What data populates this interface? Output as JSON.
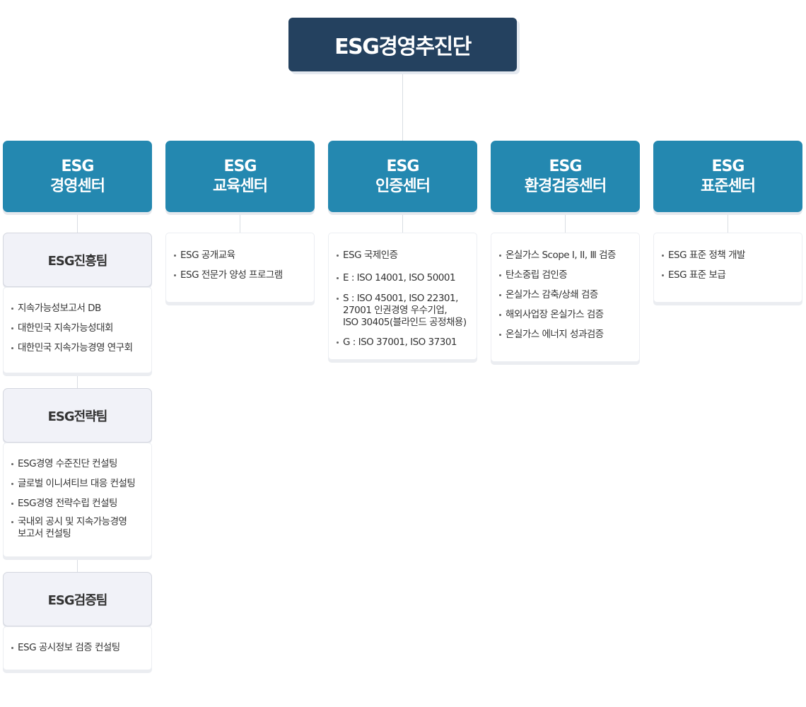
{
  "root": {
    "title": "ESG경영추진단"
  },
  "centers": [
    {
      "line1": "ESG",
      "line2": "경영센터"
    },
    {
      "line1": "ESG",
      "line2": "교육센터"
    },
    {
      "line1": "ESG",
      "line2": "인증센터"
    },
    {
      "line1": "ESG",
      "line2": "환경검증센터"
    },
    {
      "line1": "ESG",
      "line2": "표준센터"
    }
  ],
  "teams": [
    {
      "name": "ESG진흥팀",
      "items": [
        "지속가능성보고서 DB",
        "대한민국 지속가능성대회",
        "대한민국 지속가능경영 연구회"
      ]
    },
    {
      "name": "ESG전략팀",
      "items": [
        "ESG경영 수준진단 컨설팅",
        "글로벌 이니셔티브 대응 컨설팅",
        "ESG경영 전략수립 컨설팅",
        "국내외 공시 및 지속가능경영",
        "보고서 컨설팅"
      ]
    },
    {
      "name": "ESG검증팀",
      "items": [
        "ESG 공시정보 검증 컨설팅"
      ]
    }
  ],
  "education": {
    "items": [
      "ESG 공개교육",
      "ESG 전문가 양성 프로그램"
    ]
  },
  "certification": {
    "items": [
      "ESG 국제인증",
      "E : ISO 14001, ISO 50001",
      "S : ISO 45001, ISO 22301,",
      "27001 인권경영 우수기업,",
      "ISO 30405(블라인드 공정채용)",
      "G : ISO 37001, ISO 37301"
    ]
  },
  "environment": {
    "items": [
      "온실가스 Scope Ⅰ, ⅠⅠ, Ⅲ 검증",
      "탄소중립 검인증",
      "온실가스 감축/상쇄 검증",
      "해외사업장 온실가스 검증",
      "온실가스 에너지 성과검증"
    ]
  },
  "standard": {
    "items": [
      "ESG 표준 정책 개발",
      "ESG 표준 보급"
    ]
  }
}
